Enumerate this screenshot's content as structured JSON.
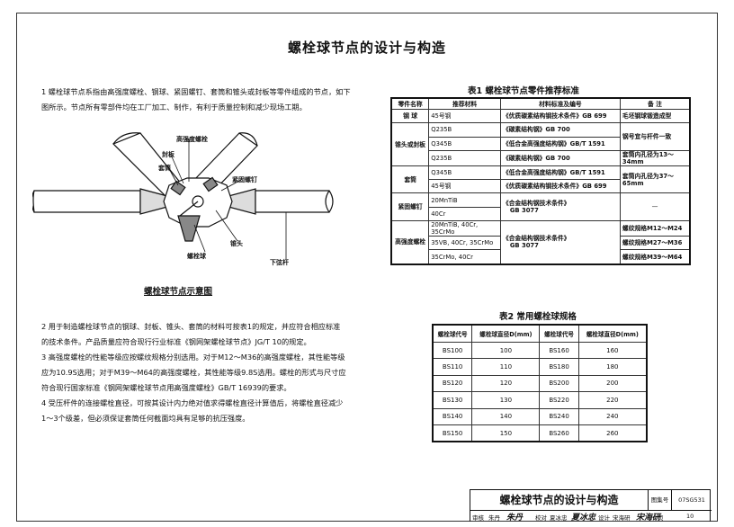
{
  "page_title": "螺栓球节点的设计与构造",
  "paragraphs": [
    "1  螺栓球节点系指由高强度螺栓、钢球、紧固螺钉、套筒和锥头或封板等零件组成的节点，如下",
    "图所示。节点所有零部件均在工厂加工、制作，有利于质量控制和减少现场工期。"
  ],
  "diagram": {
    "labels": {
      "bolt": "高强度螺栓",
      "sealing_plate": "封板",
      "sleeve": "套筒",
      "set_screw": "紧固螺钉",
      "cone_head": "锥头",
      "ball": "螺栓球",
      "chord": "下弦杆"
    },
    "caption": "螺栓球节点示意图"
  },
  "notes": [
    "2  用于制造螺栓球节点的钢球、封板、锥头、套筒的材料可按表1的规定，并应符合相应标准",
    "的技术条件。产品质量应符合现行行业标准《钢网架螺栓球节点》JG/T  10的规定。",
    "3  高强度螺栓的性能等级应按螺纹规格分别选用。对于M12～M36的高强度螺栓，其性能等级",
    "应为10.9S选用；对于M39～M64的高强度螺栓，其性能等级9.8S选用。螺栓的形式与尺寸应",
    "符合现行国家标准《钢网架螺栓球节点用高强度螺栓》GB/T  16939的要求。",
    "4  受压杆件的连接螺栓直径，可按其设计内力绝对值求得螺栓直径计算值后，将螺栓直径减少",
    "1～3个级差，但必须保证套筒任何截面均具有足够的抗压强度。"
  ],
  "table1": {
    "caption": "表1  螺栓球节点零件推荐标准",
    "headers": [
      "零件名称",
      "推荐材料",
      "材料标准及编号",
      "备  注"
    ],
    "ball": {
      "name": "钢  球",
      "material": "45号钢",
      "standard": "《优质碳素结构钢技术条件》GB  699",
      "note": "毛坯钢球锻造成型"
    },
    "cone": {
      "name": "锥头或封板",
      "materials": [
        "Q235B",
        "Q345B",
        "Q235B"
      ],
      "standards": [
        "《碳素结构钢》GB  700",
        "《低合金高强度结构钢》GB/T  1591",
        "《碳素结构钢》GB  700"
      ],
      "note1": "钢号宜与杆件一致",
      "note2": "套筒内孔径为13～34mm"
    },
    "sleeve": {
      "name": "套筒",
      "materials": [
        "Q345B",
        "45号钢"
      ],
      "standards": [
        "《低合金高强度结构钢》GB/T  1591",
        "《优质碳素结构钢技术条件》GB  699"
      ],
      "note": "套筒内孔径为37～65mm"
    },
    "screw": {
      "name": "紧固螺钉",
      "materials": [
        "20MnTiB",
        "40Cr"
      ],
      "standard_a": "《合金结构钢技术条件》",
      "standard_b": "GB  3077",
      "note": "—"
    },
    "bolt": {
      "name": "高强度螺栓",
      "materials": [
        "20MnTiB, 40Cr, 35CrMo",
        "35VB, 40Cr, 35CrMo",
        "35CrMo, 40Cr"
      ],
      "standard_a": "《合金结构钢技术条件》",
      "standard_b": "GB  3077",
      "notes": [
        "螺纹规格M12～M24",
        "螺纹规格M27～M36",
        "螺纹规格M39～M64"
      ]
    }
  },
  "table2": {
    "caption": "表2  常用螺栓球规格",
    "headers": [
      "螺栓球代号",
      "螺栓球直径D(mm)",
      "螺栓球代号",
      "螺栓球直径D(mm)"
    ],
    "rows": [
      [
        "BS100",
        "100",
        "BS160",
        "160"
      ],
      [
        "BS110",
        "110",
        "BS180",
        "180"
      ],
      [
        "BS120",
        "120",
        "BS200",
        "200"
      ],
      [
        "BS130",
        "130",
        "BS220",
        "220"
      ],
      [
        "BS140",
        "140",
        "BS240",
        "240"
      ],
      [
        "BS150",
        "150",
        "BS260",
        "260"
      ]
    ]
  },
  "title_block": {
    "title": "螺栓球节点的设计与构造",
    "atlas_label": "图集号",
    "atlas_no": "07SG531",
    "page_label": "页",
    "page_no": "10",
    "review_label": "审核",
    "reviewer": "朱丹",
    "check_label": "校对",
    "checker": "夏冰忠",
    "design_label": "设计",
    "designer": "宋海研",
    "sig_review": "朱丹",
    "sig_check": "夏冰忠",
    "sig_design": "宋海研"
  }
}
